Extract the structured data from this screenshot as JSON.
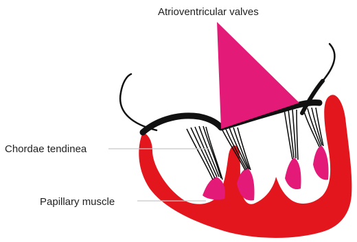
{
  "labels": {
    "atrioventricular_valves": "Atrioventricular valves",
    "chordae_tendinea": "Chordae tendinea",
    "papillary_muscle": "Papillary muscle"
  },
  "colors": {
    "muscle_red": "#e3161d",
    "magenta": "#e31a78",
    "chordae_black": "#111111",
    "leader_gray": "#c8c8c8"
  }
}
